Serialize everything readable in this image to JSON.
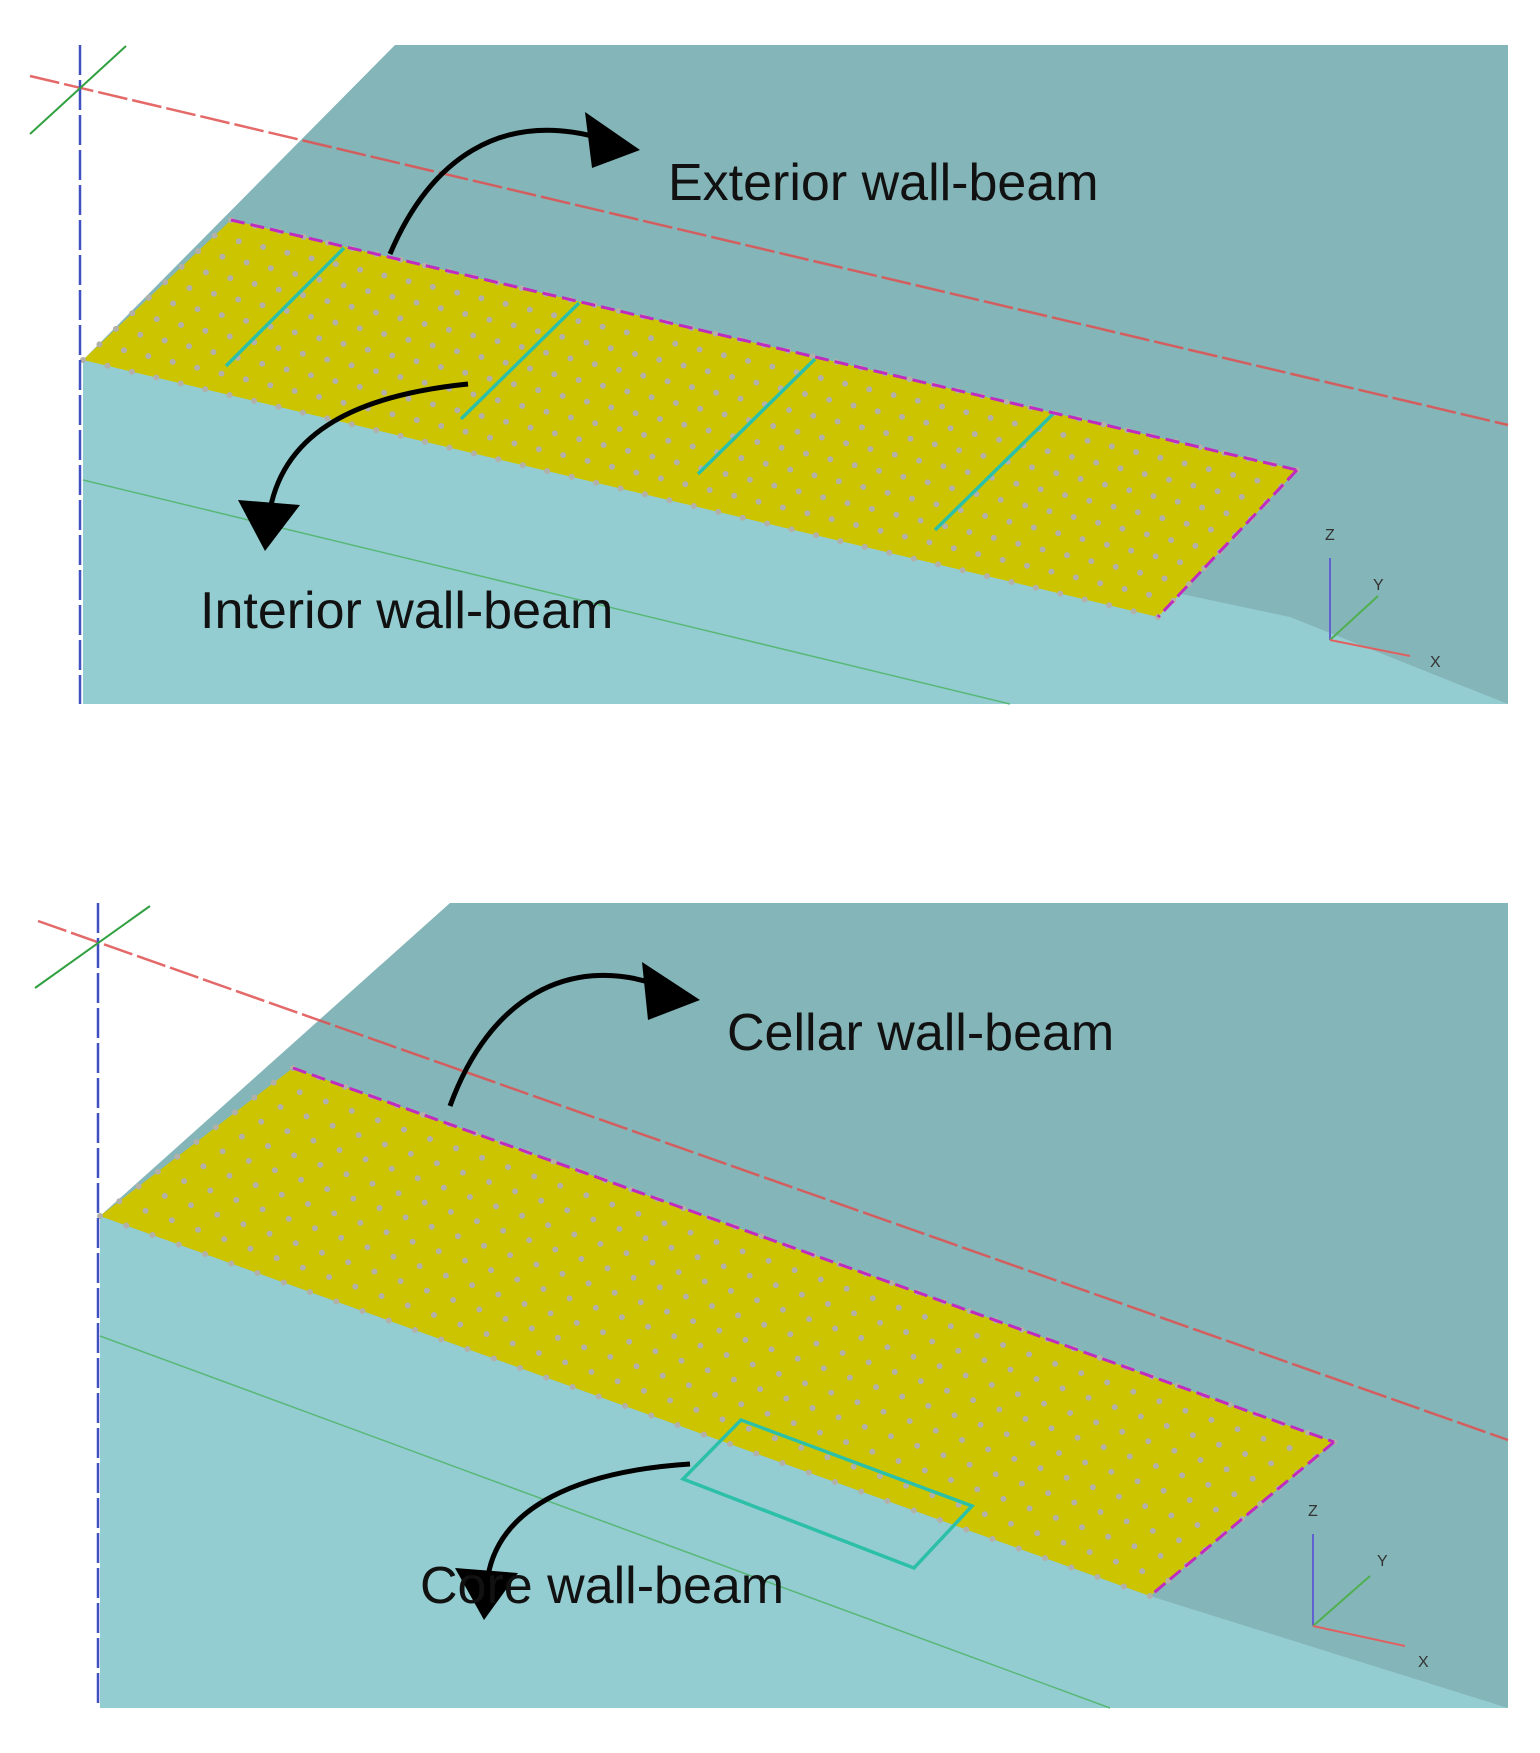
{
  "colors": {
    "background_wall": "#84b5b8",
    "ground_face": "#94cdd1",
    "slab": "#cdc400",
    "node_dots": "#b2b0a8",
    "wall_beam_line": "#2cc0a8",
    "edge_beam_line": "#c02cc0",
    "x_axis_line": "#e04040",
    "y_axis_line": "#40c040",
    "z_axis_line": "#4040c0"
  },
  "panels": [
    {
      "labels": {
        "upper": "Exterior wall-beam",
        "lower": "Interior wall-beam"
      },
      "triad": {
        "z": "Z",
        "y": "Y",
        "x": "X"
      }
    },
    {
      "labels": {
        "upper": "Cellar wall-beam",
        "lower": "Core wall-beam"
      },
      "triad": {
        "z": "Z",
        "y": "Y",
        "x": "X"
      }
    }
  ]
}
